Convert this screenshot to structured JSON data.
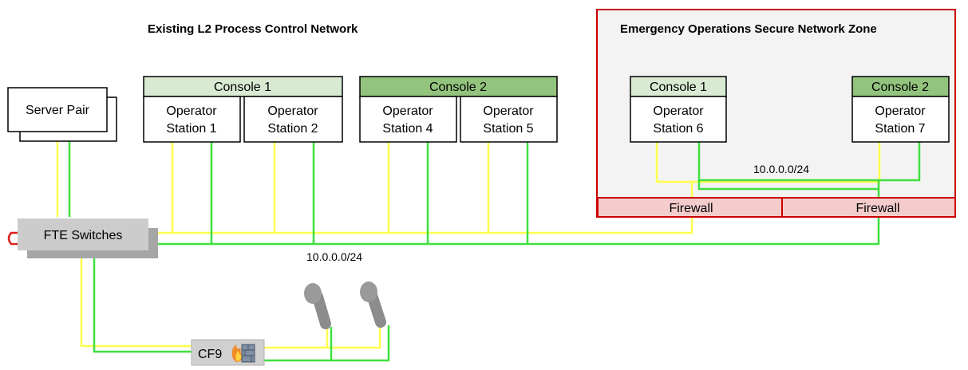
{
  "titles": {
    "existing_network": "Existing L2 Process Control Network",
    "emergency_zone": "Emergency Operations Secure Network Zone"
  },
  "server_pair": {
    "label": "Server Pair"
  },
  "fte_switches": {
    "label": "FTE Switches"
  },
  "cf9": {
    "label": "CF9"
  },
  "subnet_main": "10.0.0.0/24",
  "subnet_zone": "10.0.0.0/24",
  "consoles": [
    {
      "title": "Console 1",
      "stations": [
        {
          "line1": "Operator",
          "line2": "Station 1"
        },
        {
          "line1": "Operator",
          "line2": "Station 2"
        }
      ]
    },
    {
      "title": "Console 2",
      "stations": [
        {
          "line1": "Operator",
          "line2": "Station 4"
        },
        {
          "line1": "Operator",
          "line2": "Station 5"
        }
      ]
    }
  ],
  "zone_consoles": [
    {
      "title": "Console 1",
      "station": {
        "line1": "Operator",
        "line2": "Station 6"
      }
    },
    {
      "title": "Console 2",
      "station": {
        "line1": "Operator",
        "line2": "Station 7"
      }
    }
  ],
  "firewalls": [
    "Firewall",
    "Firewall"
  ],
  "colors": {
    "yellow_link": "#ffff4d",
    "green_link": "#3fe03f",
    "console1_header": "#d9ead3",
    "console2_header": "#93c47d",
    "zone_border": "#cc0000",
    "zone_fill": "#f3f3f3",
    "firewall_fill": "#f4cccc",
    "switch_fill": "#cccccc"
  }
}
